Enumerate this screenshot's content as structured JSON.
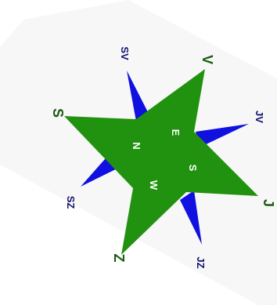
{
  "colors": {
    "paper": "#f7f7f7",
    "primary_star": "#21920f",
    "secondary_star": "#1010e0",
    "outer_label": "#1a5c10",
    "intercardinal_label": "#101070",
    "center_label": "#ffffff"
  },
  "outer_labels": {
    "v": "V",
    "s": "S",
    "j": "J",
    "z": "Z",
    "sv": "SV",
    "jv": "JV",
    "sz": "SZ",
    "jz": "JZ"
  },
  "center_labels": {
    "n": "N",
    "e": "E",
    "s": "S",
    "w": "W"
  }
}
